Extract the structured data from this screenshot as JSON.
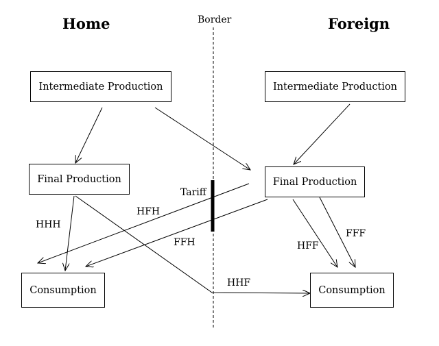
{
  "headers": {
    "home": "Home",
    "border": "Border",
    "foreign": "Foreign"
  },
  "boxes": {
    "home_intermediate": "Intermediate Production",
    "foreign_intermediate": "Intermediate Production",
    "home_final": "Final Production",
    "foreign_final": "Final Production",
    "home_consumption": "Consumption",
    "foreign_consumption": "Consumption"
  },
  "flow_labels": {
    "tariff": "Tariff",
    "hhh": "HHH",
    "hfh": "HFH",
    "ffh": "FFH",
    "hff": "HFF",
    "fff": "FFF",
    "hhf": "HHF"
  }
}
